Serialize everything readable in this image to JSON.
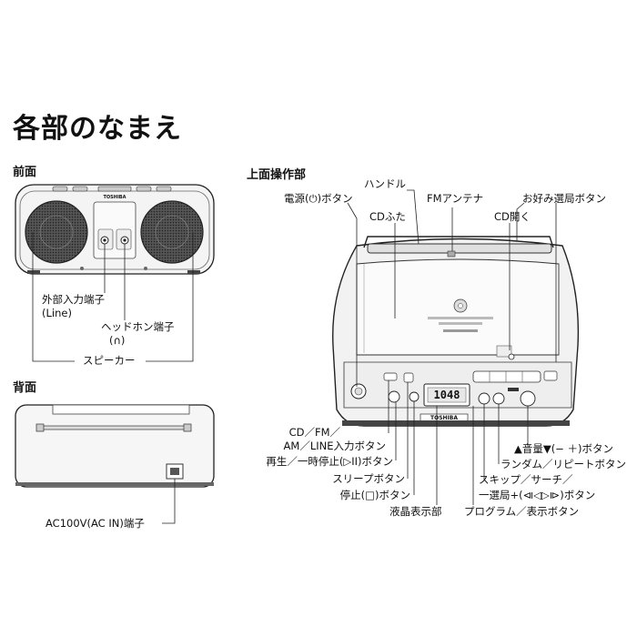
{
  "page": {
    "title": "各部のなまえ"
  },
  "front": {
    "heading": "前面",
    "brand": "TOSHIBA",
    "labels": {
      "line_in_1": "外部入力端子",
      "line_in_2": "(Line)",
      "headphone_1": "ヘッドホン端子",
      "headphone_2": "(∩)",
      "speaker": "スピーカー"
    }
  },
  "back": {
    "heading": "背面",
    "labels": {
      "ac_in": "AC100V(AC IN)端子"
    }
  },
  "top": {
    "heading": "上面操作部",
    "brand": "TOSHIBA",
    "display_value": "1048",
    "labels": {
      "handle": "ハンドル",
      "power": "電源(⏻)ボタン",
      "fm_antenna": "FMアンテナ",
      "favorite": "お好み選局ボタン",
      "cd_lid": "CDふた",
      "cd_open": "CD開く",
      "source_1": "CD／FM／",
      "source_2": "AM／LINE入力ボタン",
      "play_pause": "再生／一時停止(▷II)ボタン",
      "sleep": "スリープボタン",
      "stop": "停止(□)ボタン",
      "lcd": "液晶表示部",
      "volume": "▲音量▼(− ＋)ボタン",
      "random": "ランダム／リピートボタン",
      "skip_1": "スキップ／サーチ／",
      "skip_2": "一選局+(⧏◁▷⧐)ボタン",
      "program": "プログラム／表示ボタン"
    }
  }
}
